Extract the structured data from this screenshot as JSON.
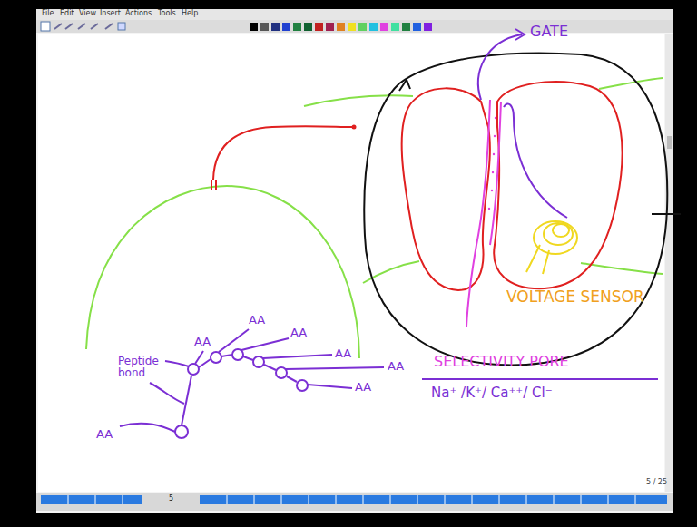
{
  "diagram": {
    "labels": [
      "File",
      "Edit",
      "View",
      "Insert",
      "Actions",
      "Tools",
      "Help",
      "GATE",
      "VOLTAGE SENSOR",
      "SELECTIVITY PORE",
      "Na⁺ /K⁺/ Ca⁺⁺/ Cl⁻",
      "AA",
      "AA",
      "AA",
      "AA",
      "AA",
      "AA",
      "AA",
      "Peptide bond",
      "5 / 25",
      "5"
    ]
  }
}
